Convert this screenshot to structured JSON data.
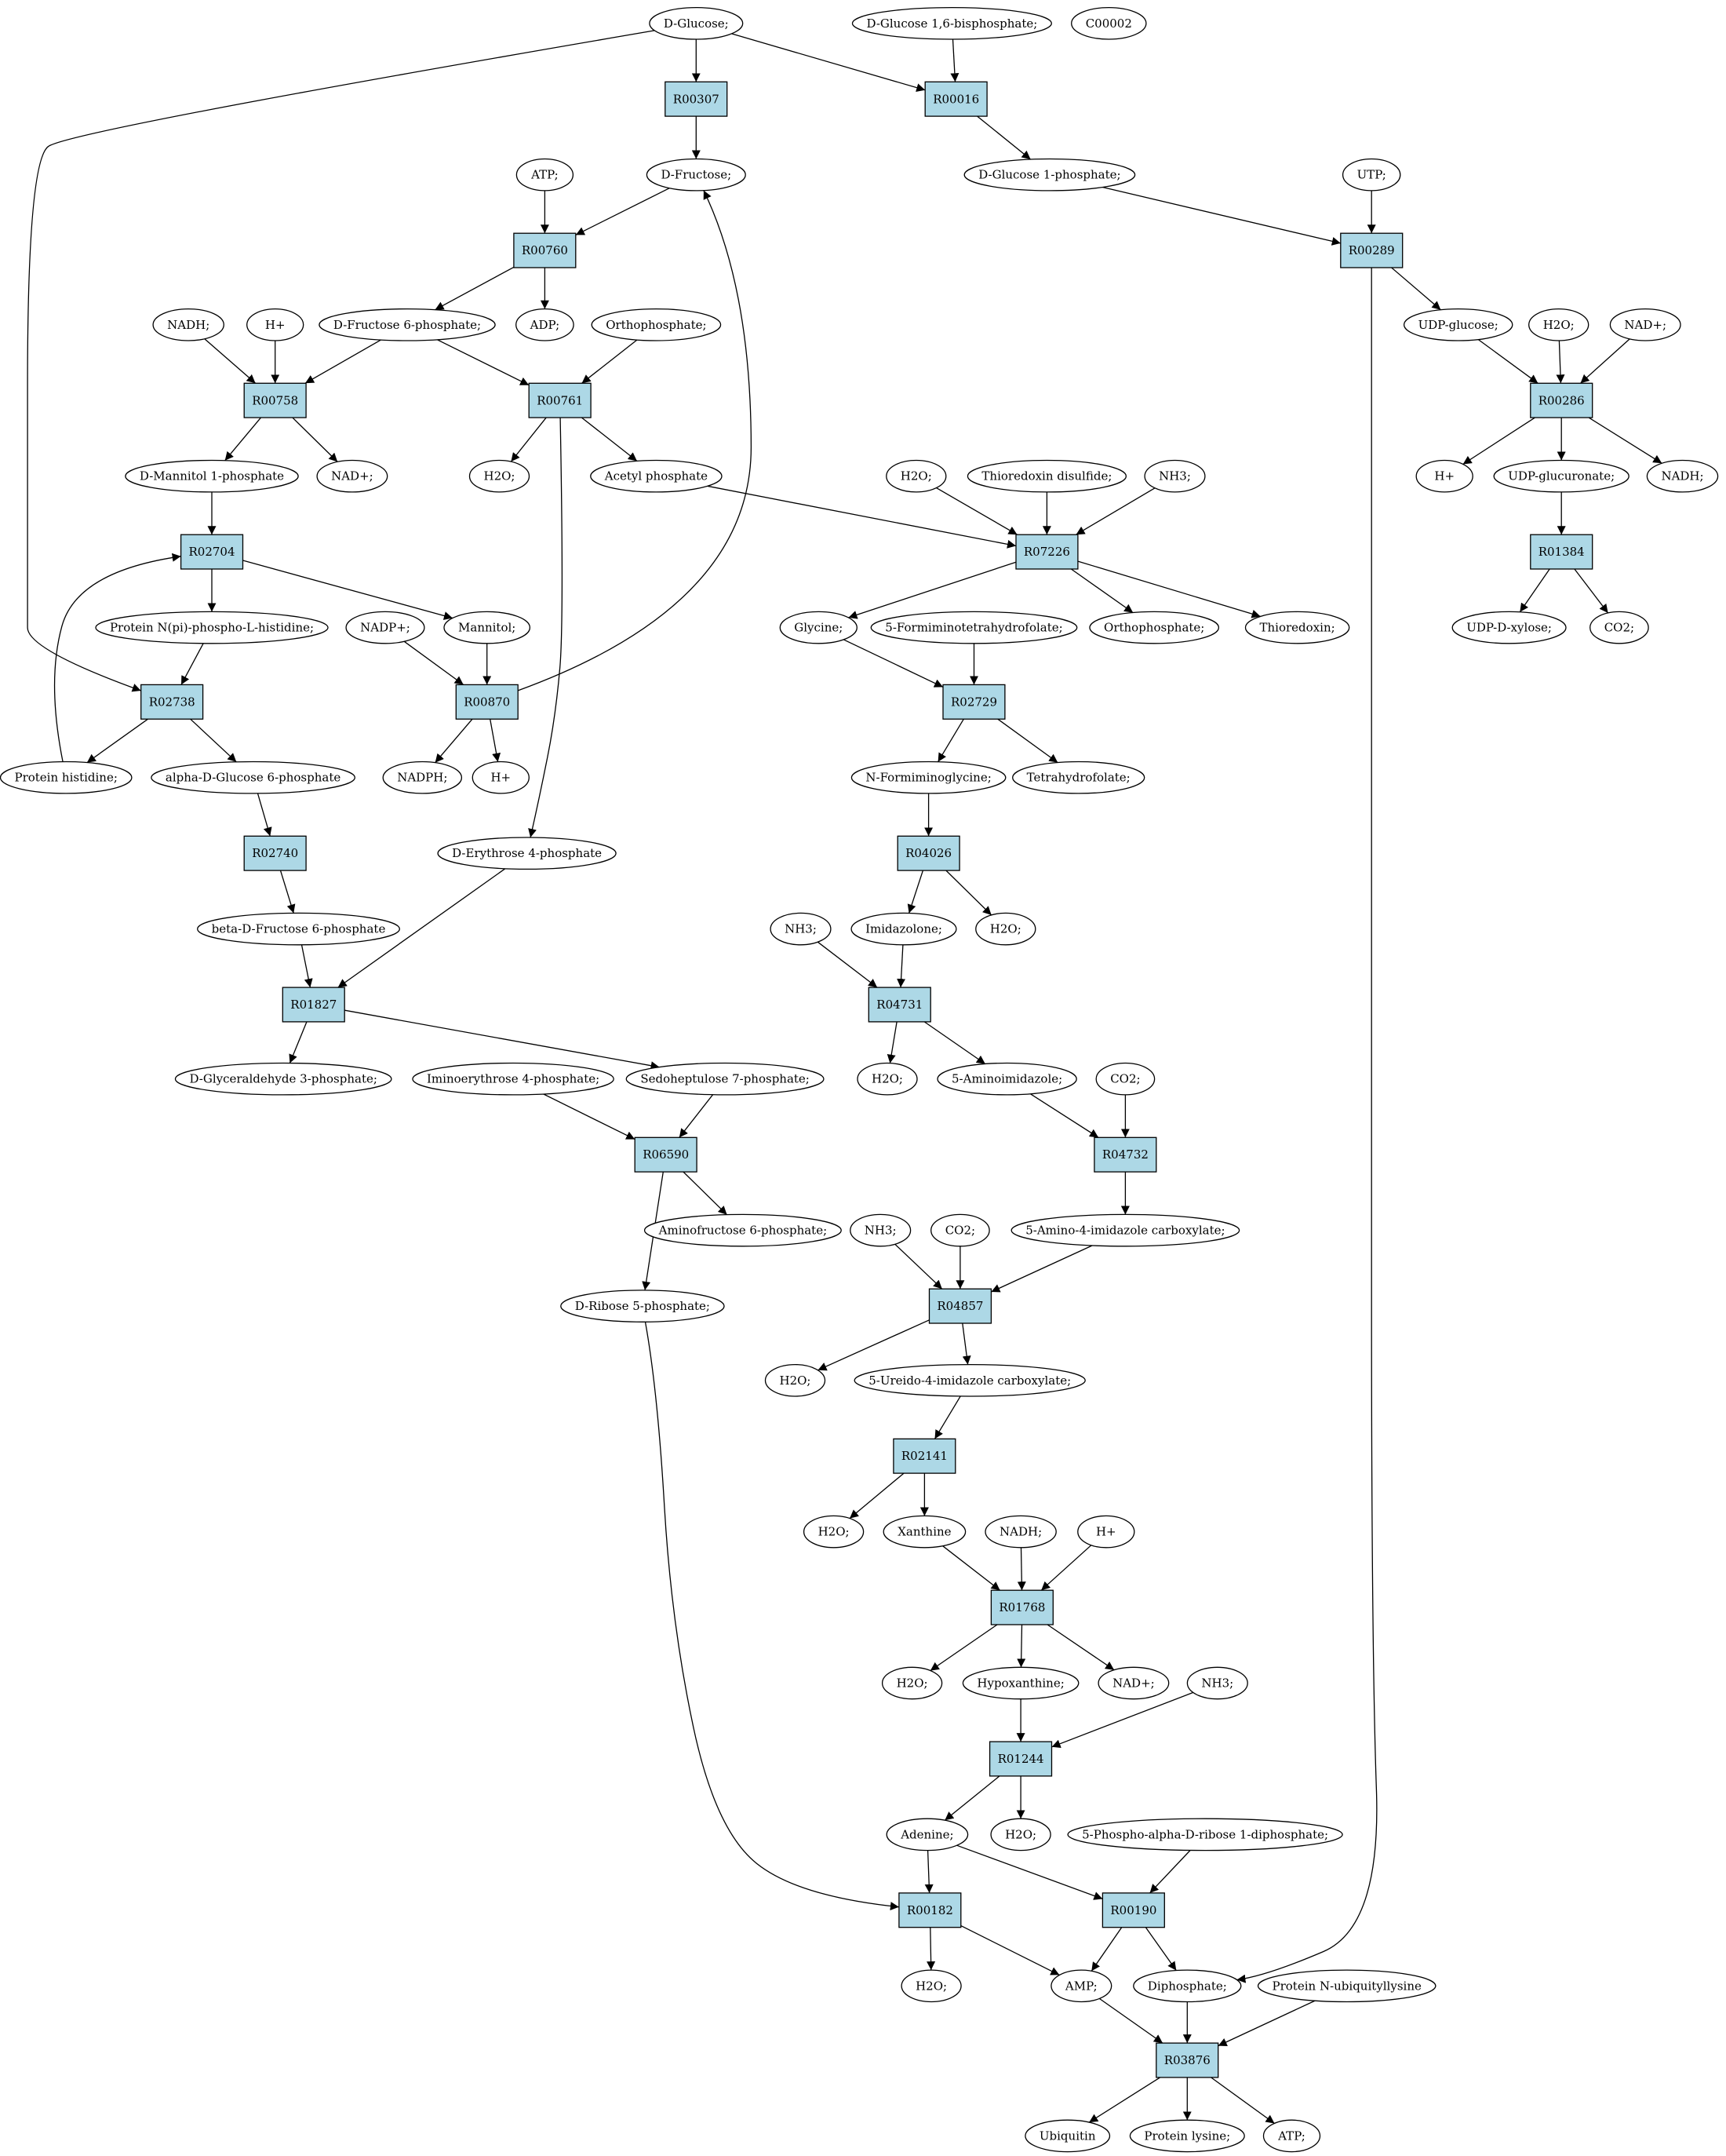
{
  "colors": {
    "reaction_fill": "#add8e6",
    "start_fill": "#00ee00",
    "highlight_fill": "#ffff00",
    "node_fill": "#ffffff"
  },
  "nodes": [
    {
      "id": "c_glucose",
      "label": "D-Glucose;",
      "kind": "compound",
      "style": "start"
    },
    {
      "id": "c_g16bp",
      "label": "D-Glucose 1,6-bisphosphate;",
      "kind": "compound"
    },
    {
      "id": "c_c00002",
      "label": "C00002",
      "kind": "compound",
      "style": "highlight"
    },
    {
      "id": "r_R00307",
      "label": "R00307",
      "kind": "reaction"
    },
    {
      "id": "r_R00016",
      "label": "R00016",
      "kind": "reaction"
    },
    {
      "id": "c_atp1",
      "label": "ATP;",
      "kind": "compound"
    },
    {
      "id": "c_fructose",
      "label": "D-Fructose;",
      "kind": "compound"
    },
    {
      "id": "c_g1p",
      "label": "D-Glucose 1-phosphate;",
      "kind": "compound"
    },
    {
      "id": "c_utp",
      "label": "UTP;",
      "kind": "compound"
    },
    {
      "id": "r_R00760",
      "label": "R00760",
      "kind": "reaction"
    },
    {
      "id": "r_R00289",
      "label": "R00289",
      "kind": "reaction"
    },
    {
      "id": "c_nadh1",
      "label": "NADH;",
      "kind": "compound"
    },
    {
      "id": "c_h1",
      "label": "H+",
      "kind": "compound"
    },
    {
      "id": "c_f6p",
      "label": "D-Fructose 6-phosphate;",
      "kind": "compound"
    },
    {
      "id": "c_adp",
      "label": "ADP;",
      "kind": "compound"
    },
    {
      "id": "c_ortho1",
      "label": "Orthophosphate;",
      "kind": "compound"
    },
    {
      "id": "c_udpglc",
      "label": "UDP-glucose;",
      "kind": "compound"
    },
    {
      "id": "c_h2o_r286",
      "label": "H2O;",
      "kind": "compound"
    },
    {
      "id": "c_nad_r286",
      "label": "NAD+;",
      "kind": "compound"
    },
    {
      "id": "r_R00758",
      "label": "R00758",
      "kind": "reaction"
    },
    {
      "id": "r_R00761",
      "label": "R00761",
      "kind": "reaction"
    },
    {
      "id": "r_R00286",
      "label": "R00286",
      "kind": "reaction"
    },
    {
      "id": "c_m1p",
      "label": "D-Mannitol 1-phosphate",
      "kind": "compound"
    },
    {
      "id": "c_nad1",
      "label": "NAD+;",
      "kind": "compound"
    },
    {
      "id": "c_h2o_r761",
      "label": "H2O;",
      "kind": "compound"
    },
    {
      "id": "c_acetylp",
      "label": "Acetyl phosphate",
      "kind": "compound"
    },
    {
      "id": "c_h2o_r7226",
      "label": "H2O;",
      "kind": "compound"
    },
    {
      "id": "c_thiodis",
      "label": "Thioredoxin disulfide;",
      "kind": "compound"
    },
    {
      "id": "c_nh3_1",
      "label": "NH3;",
      "kind": "compound"
    },
    {
      "id": "c_h_r286",
      "label": "H+",
      "kind": "compound"
    },
    {
      "id": "c_udpglcur",
      "label": "UDP-glucuronate;",
      "kind": "compound"
    },
    {
      "id": "c_nadh_r286",
      "label": "NADH;",
      "kind": "compound"
    },
    {
      "id": "r_R02704",
      "label": "R02704",
      "kind": "reaction"
    },
    {
      "id": "r_R07226",
      "label": "R07226",
      "kind": "reaction"
    },
    {
      "id": "r_R01384",
      "label": "R01384",
      "kind": "reaction"
    },
    {
      "id": "c_protnpi",
      "label": "Protein N(pi)-phospho-L-histidine;",
      "kind": "compound"
    },
    {
      "id": "c_nadp",
      "label": "NADP+;",
      "kind": "compound"
    },
    {
      "id": "c_mannitol",
      "label": "Mannitol;",
      "kind": "compound"
    },
    {
      "id": "c_glycine",
      "label": "Glycine;",
      "kind": "compound"
    },
    {
      "id": "c_5fthf",
      "label": "5-Formiminotetrahydrofolate;",
      "kind": "compound"
    },
    {
      "id": "c_ortho2",
      "label": "Orthophosphate;",
      "kind": "compound"
    },
    {
      "id": "c_thioredoxin",
      "label": "Thioredoxin;",
      "kind": "compound"
    },
    {
      "id": "c_udpxyl",
      "label": "UDP-D-xylose;",
      "kind": "compound"
    },
    {
      "id": "c_co2_r1384",
      "label": "CO2;",
      "kind": "compound"
    },
    {
      "id": "r_R02738",
      "label": "R02738",
      "kind": "reaction"
    },
    {
      "id": "r_R00870",
      "label": "R00870",
      "kind": "reaction"
    },
    {
      "id": "r_R02729",
      "label": "R02729",
      "kind": "reaction"
    },
    {
      "id": "c_prothis",
      "label": "Protein histidine;",
      "kind": "compound"
    },
    {
      "id": "c_ag6p",
      "label": "alpha-D-Glucose 6-phosphate",
      "kind": "compound"
    },
    {
      "id": "c_nadph",
      "label": "NADPH;",
      "kind": "compound"
    },
    {
      "id": "c_h_r870",
      "label": "H+",
      "kind": "compound"
    },
    {
      "id": "c_nfgly",
      "label": "N-Formiminoglycine;",
      "kind": "compound"
    },
    {
      "id": "c_thf",
      "label": "Tetrahydrofolate;",
      "kind": "compound"
    },
    {
      "id": "r_R02740",
      "label": "R02740",
      "kind": "reaction"
    },
    {
      "id": "c_e4p",
      "label": "D-Erythrose 4-phosphate",
      "kind": "compound"
    },
    {
      "id": "r_R04026",
      "label": "R04026",
      "kind": "reaction"
    },
    {
      "id": "c_bf6p",
      "label": "beta-D-Fructose 6-phosphate",
      "kind": "compound"
    },
    {
      "id": "c_nh3_r4731",
      "label": "NH3;",
      "kind": "compound"
    },
    {
      "id": "c_imidazolone",
      "label": "Imidazolone;",
      "kind": "compound"
    },
    {
      "id": "c_h2o_r4026",
      "label": "H2O;",
      "kind": "compound"
    },
    {
      "id": "r_R01827",
      "label": "R01827",
      "kind": "reaction"
    },
    {
      "id": "r_R04731",
      "label": "R04731",
      "kind": "reaction"
    },
    {
      "id": "c_gap",
      "label": "D-Glyceraldehyde 3-phosphate;",
      "kind": "compound"
    },
    {
      "id": "c_ie4p",
      "label": "Iminoerythrose 4-phosphate;",
      "kind": "compound"
    },
    {
      "id": "c_s7p",
      "label": "Sedoheptulose 7-phosphate;",
      "kind": "compound"
    },
    {
      "id": "c_h2o_r4731",
      "label": "H2O;",
      "kind": "compound"
    },
    {
      "id": "c_5aimid",
      "label": "5-Aminoimidazole;",
      "kind": "compound"
    },
    {
      "id": "c_co2_r4732",
      "label": "CO2;",
      "kind": "compound"
    },
    {
      "id": "r_R06590",
      "label": "R06590",
      "kind": "reaction"
    },
    {
      "id": "r_R04732",
      "label": "R04732",
      "kind": "reaction"
    },
    {
      "id": "c_af6p",
      "label": "Aminofructose 6-phosphate;",
      "kind": "compound"
    },
    {
      "id": "c_nh3_r4857",
      "label": "NH3;",
      "kind": "compound"
    },
    {
      "id": "c_co2_r4857",
      "label": "CO2;",
      "kind": "compound"
    },
    {
      "id": "c_5a4ic",
      "label": "5-Amino-4-imidazole carboxylate;",
      "kind": "compound"
    },
    {
      "id": "c_r5p",
      "label": "D-Ribose 5-phosphate;",
      "kind": "compound"
    },
    {
      "id": "r_R04857",
      "label": "R04857",
      "kind": "reaction"
    },
    {
      "id": "c_h2o_r4857",
      "label": "H2O;",
      "kind": "compound"
    },
    {
      "id": "c_5u4ic",
      "label": "5-Ureido-4-imidazole carboxylate;",
      "kind": "compound"
    },
    {
      "id": "r_R02141",
      "label": "R02141",
      "kind": "reaction"
    },
    {
      "id": "c_h2o_r2141",
      "label": "H2O;",
      "kind": "compound"
    },
    {
      "id": "c_xanthine",
      "label": "Xanthine",
      "kind": "compound"
    },
    {
      "id": "c_nadh_r1768",
      "label": "NADH;",
      "kind": "compound"
    },
    {
      "id": "c_h_r1768",
      "label": "H+",
      "kind": "compound"
    },
    {
      "id": "r_R01768",
      "label": "R01768",
      "kind": "reaction"
    },
    {
      "id": "c_h2o_r1768",
      "label": "H2O;",
      "kind": "compound"
    },
    {
      "id": "c_hypox",
      "label": "Hypoxanthine;",
      "kind": "compound"
    },
    {
      "id": "c_nad_r1768",
      "label": "NAD+;",
      "kind": "compound"
    },
    {
      "id": "c_nh3_r1244",
      "label": "NH3;",
      "kind": "compound"
    },
    {
      "id": "r_R01244",
      "label": "R01244",
      "kind": "reaction"
    },
    {
      "id": "c_adenine",
      "label": "Adenine;",
      "kind": "compound"
    },
    {
      "id": "c_h2o_r1244",
      "label": "H2O;",
      "kind": "compound"
    },
    {
      "id": "c_prpp",
      "label": "5-Phospho-alpha-D-ribose 1-diphosphate;",
      "kind": "compound"
    },
    {
      "id": "r_R00182",
      "label": "R00182",
      "kind": "reaction"
    },
    {
      "id": "r_R00190",
      "label": "R00190",
      "kind": "reaction"
    },
    {
      "id": "c_h2o_r182",
      "label": "H2O;",
      "kind": "compound"
    },
    {
      "id": "c_amp",
      "label": "AMP;",
      "kind": "compound"
    },
    {
      "id": "c_diphos",
      "label": "Diphosphate;",
      "kind": "compound"
    },
    {
      "id": "c_protubi",
      "label": "Protein N-ubiquityllysine",
      "kind": "compound"
    },
    {
      "id": "r_R03876",
      "label": "R03876",
      "kind": "reaction"
    },
    {
      "id": "c_ubiquitin",
      "label": "Ubiquitin",
      "kind": "compound"
    },
    {
      "id": "c_protlys",
      "label": "Protein lysine;",
      "kind": "compound"
    },
    {
      "id": "c_atp2",
      "label": "ATP;",
      "kind": "compound"
    }
  ],
  "edges": [
    [
      "c_glucose",
      "r_R00307"
    ],
    [
      "c_glucose",
      "r_R00016"
    ],
    [
      "c_glucose",
      "r_R02738"
    ],
    [
      "c_g16bp",
      "r_R00016"
    ],
    [
      "r_R00307",
      "c_fructose"
    ],
    [
      "r_R00016",
      "c_g1p"
    ],
    [
      "c_atp1",
      "r_R00760"
    ],
    [
      "c_fructose",
      "r_R00760"
    ],
    [
      "c_g1p",
      "r_R00289"
    ],
    [
      "c_utp",
      "r_R00289"
    ],
    [
      "r_R00760",
      "c_f6p"
    ],
    [
      "r_R00760",
      "c_adp"
    ],
    [
      "r_R00289",
      "c_udpglc"
    ],
    [
      "r_R00289",
      "c_diphos"
    ],
    [
      "c_nadh1",
      "r_R00758"
    ],
    [
      "c_h1",
      "r_R00758"
    ],
    [
      "c_f6p",
      "r_R00758"
    ],
    [
      "c_f6p",
      "r_R00761"
    ],
    [
      "c_ortho1",
      "r_R00761"
    ],
    [
      "c_udpglc",
      "r_R00286"
    ],
    [
      "c_h2o_r286",
      "r_R00286"
    ],
    [
      "c_nad_r286",
      "r_R00286"
    ],
    [
      "r_R00758",
      "c_m1p"
    ],
    [
      "r_R00758",
      "c_nad1"
    ],
    [
      "r_R00761",
      "c_h2o_r761"
    ],
    [
      "r_R00761",
      "c_acetylp"
    ],
    [
      "r_R00761",
      "c_e4p"
    ],
    [
      "r_R00286",
      "c_h_r286"
    ],
    [
      "r_R00286",
      "c_udpglcur"
    ],
    [
      "r_R00286",
      "c_nadh_r286"
    ],
    [
      "c_m1p",
      "r_R02704"
    ],
    [
      "c_prothis",
      "r_R02704"
    ],
    [
      "c_acetylp",
      "r_R07226"
    ],
    [
      "c_h2o_r7226",
      "r_R07226"
    ],
    [
      "c_thiodis",
      "r_R07226"
    ],
    [
      "c_nh3_1",
      "r_R07226"
    ],
    [
      "c_udpglcur",
      "r_R01384"
    ],
    [
      "r_R02704",
      "c_protnpi"
    ],
    [
      "r_R02704",
      "c_mannitol"
    ],
    [
      "r_R07226",
      "c_glycine"
    ],
    [
      "r_R07226",
      "c_ortho2"
    ],
    [
      "r_R07226",
      "c_thioredoxin"
    ],
    [
      "r_R01384",
      "c_udpxyl"
    ],
    [
      "r_R01384",
      "c_co2_r1384"
    ],
    [
      "c_protnpi",
      "r_R02738"
    ],
    [
      "c_nadp",
      "r_R00870"
    ],
    [
      "c_mannitol",
      "r_R00870"
    ],
    [
      "c_glycine",
      "r_R02729"
    ],
    [
      "c_5fthf",
      "r_R02729"
    ],
    [
      "r_R02738",
      "c_prothis"
    ],
    [
      "r_R02738",
      "c_ag6p"
    ],
    [
      "r_R00870",
      "c_nadph"
    ],
    [
      "r_R00870",
      "c_h_r870"
    ],
    [
      "r_R00870",
      "c_fructose"
    ],
    [
      "r_R02729",
      "c_nfgly"
    ],
    [
      "r_R02729",
      "c_thf"
    ],
    [
      "c_ag6p",
      "r_R02740"
    ],
    [
      "c_nfgly",
      "r_R04026"
    ],
    [
      "r_R02740",
      "c_bf6p"
    ],
    [
      "c_e4p",
      "r_R01827"
    ],
    [
      "r_R04026",
      "c_imidazolone"
    ],
    [
      "r_R04026",
      "c_h2o_r4026"
    ],
    [
      "c_bf6p",
      "r_R01827"
    ],
    [
      "c_nh3_r4731",
      "r_R04731"
    ],
    [
      "c_imidazolone",
      "r_R04731"
    ],
    [
      "r_R01827",
      "c_gap"
    ],
    [
      "r_R01827",
      "c_s7p"
    ],
    [
      "r_R04731",
      "c_h2o_r4731"
    ],
    [
      "r_R04731",
      "c_5aimid"
    ],
    [
      "c_ie4p",
      "r_R06590"
    ],
    [
      "c_s7p",
      "r_R06590"
    ],
    [
      "c_5aimid",
      "r_R04732"
    ],
    [
      "c_co2_r4732",
      "r_R04732"
    ],
    [
      "r_R06590",
      "c_af6p"
    ],
    [
      "r_R06590",
      "c_r5p"
    ],
    [
      "r_R04732",
      "c_5a4ic"
    ],
    [
      "c_nh3_r4857",
      "r_R04857"
    ],
    [
      "c_co2_r4857",
      "r_R04857"
    ],
    [
      "c_5a4ic",
      "r_R04857"
    ],
    [
      "c_r5p",
      "r_R00182"
    ],
    [
      "r_R04857",
      "c_h2o_r4857"
    ],
    [
      "r_R04857",
      "c_5u4ic"
    ],
    [
      "c_5u4ic",
      "r_R02141"
    ],
    [
      "r_R02141",
      "c_h2o_r2141"
    ],
    [
      "r_R02141",
      "c_xanthine"
    ],
    [
      "c_xanthine",
      "r_R01768"
    ],
    [
      "c_nadh_r1768",
      "r_R01768"
    ],
    [
      "c_h_r1768",
      "r_R01768"
    ],
    [
      "r_R01768",
      "c_h2o_r1768"
    ],
    [
      "r_R01768",
      "c_hypox"
    ],
    [
      "r_R01768",
      "c_nad_r1768"
    ],
    [
      "c_hypox",
      "r_R01244"
    ],
    [
      "c_nh3_r1244",
      "r_R01244"
    ],
    [
      "r_R01244",
      "c_adenine"
    ],
    [
      "r_R01244",
      "c_h2o_r1244"
    ],
    [
      "c_adenine",
      "r_R00182"
    ],
    [
      "c_adenine",
      "r_R00190"
    ],
    [
      "c_prpp",
      "r_R00190"
    ],
    [
      "r_R00182",
      "c_h2o_r182"
    ],
    [
      "r_R00182",
      "c_amp"
    ],
    [
      "r_R00190",
      "c_amp"
    ],
    [
      "r_R00190",
      "c_diphos"
    ],
    [
      "c_amp",
      "r_R03876"
    ],
    [
      "c_diphos",
      "r_R03876"
    ],
    [
      "c_protubi",
      "r_R03876"
    ],
    [
      "r_R03876",
      "c_ubiquitin"
    ],
    [
      "r_R03876",
      "c_protlys"
    ],
    [
      "r_R03876",
      "c_atp2"
    ]
  ]
}
